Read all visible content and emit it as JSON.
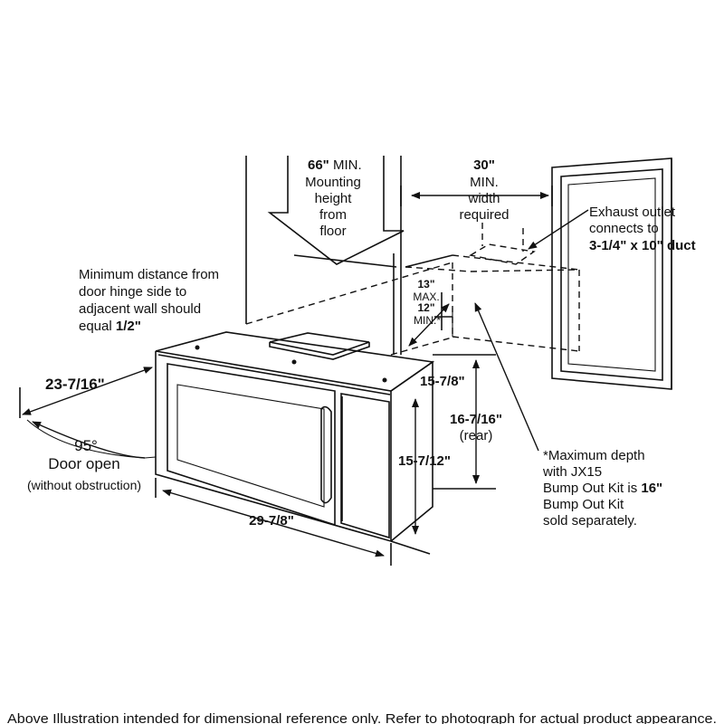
{
  "labels": {
    "mount_value": "66\"",
    "mount_min": " MIN.",
    "mount_line2": "Mounting",
    "mount_line3": "height",
    "mount_line4": "from",
    "mount_line5": "floor",
    "width_value": "30\"",
    "width_line2": "MIN.",
    "width_line3": "width",
    "width_line4": "required",
    "exhaust_line1": "Exhaust outlet",
    "exhaust_line2": "connects to",
    "exhaust_line3": "3-1/4\" x 10\" duct",
    "hinge_line1": "Minimum distance from",
    "hinge_line2": "door hinge side to",
    "hinge_line3": "adjacent wall should",
    "hinge_line4_a": "equal ",
    "hinge_line4_b": "1/2\"",
    "max_value": "13\"",
    "max_label": "MAX.",
    "min_value": "12\"",
    "min_label": "MIN.*",
    "door_width": "23-7/16\"",
    "angle": "95°",
    "door_open": "Door open",
    "no_obstruction": "(without obstruction)",
    "top_depth": "15-7/8\"",
    "rear_height": "16-7/16\"",
    "rear_label": "(rear)",
    "front_height": "15-7/12\"",
    "overall_width": "29-7/8\"",
    "footnote_line1": "*Maximum depth",
    "footnote_line2": "with JX15",
    "footnote_line3_a": "Bump Out Kit is ",
    "footnote_line3_b": "16\"",
    "footnote_line4": "Bump Out Kit",
    "footnote_line5": "sold separately.",
    "disclaimer": "Above Illustration intended for dimensional reference only. Refer to photograph for actual product appearance."
  }
}
